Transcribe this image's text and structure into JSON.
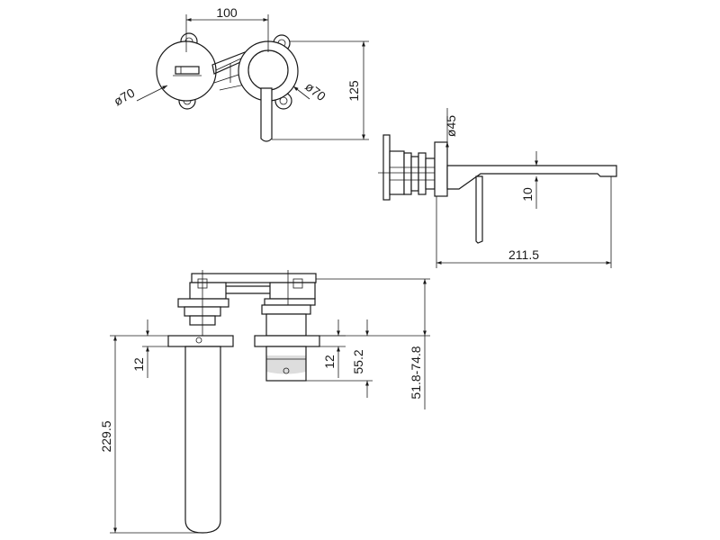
{
  "drawing": {
    "top_view": {
      "dim_spacing": "100",
      "dim_left_diameter": "ø70",
      "dim_right_diameter": "ø70",
      "dim_height": "125"
    },
    "side_view": {
      "dim_flange": "ø45",
      "dim_spout_thickness": "10",
      "dim_projection": "211.5"
    },
    "front_view": {
      "dim_spout_length": "229.5",
      "dim_left_plate": "12",
      "dim_right_plate": "12",
      "dim_handle": "55.2",
      "dim_wall_depth": "51.8-74.8"
    }
  }
}
